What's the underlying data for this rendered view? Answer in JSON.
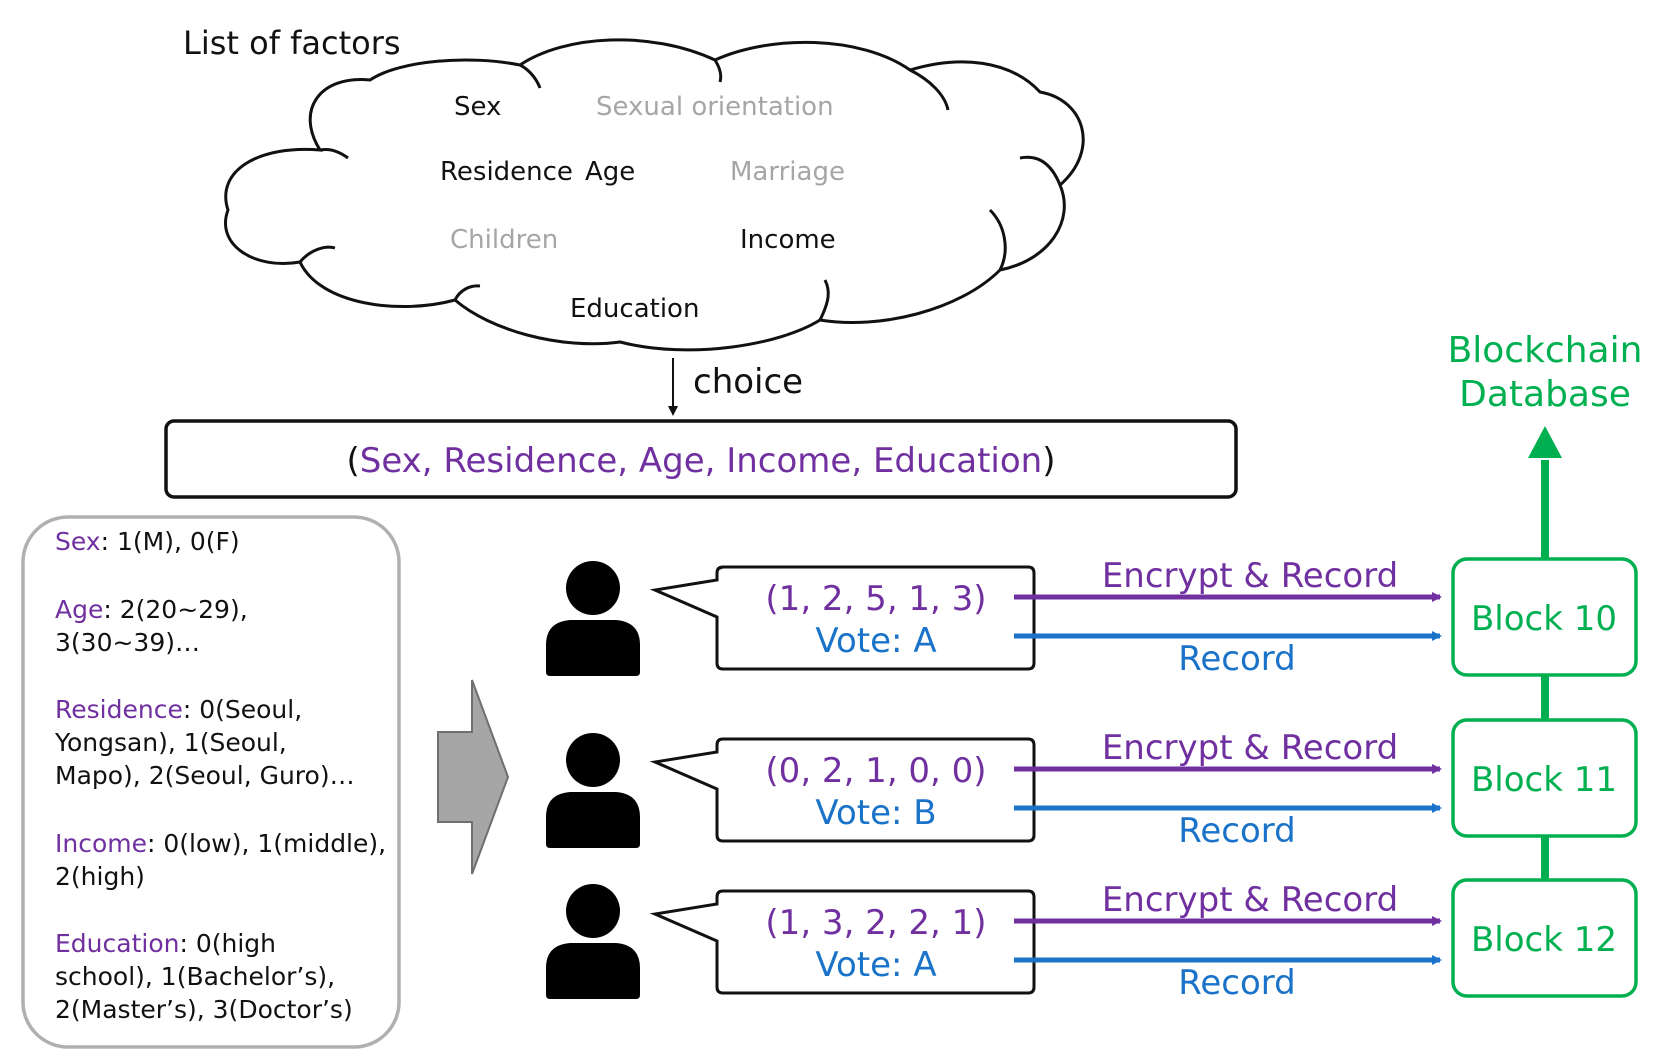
{
  "cloud": {
    "title": "List of factors",
    "factors": [
      {
        "label": "Sex",
        "selected": true
      },
      {
        "label": "Sexual orientation",
        "selected": false
      },
      {
        "label": "Residence",
        "selected": true
      },
      {
        "label": "Age",
        "selected": true
      },
      {
        "label": "Marriage",
        "selected": false
      },
      {
        "label": "Children",
        "selected": false
      },
      {
        "label": "Income",
        "selected": true
      },
      {
        "label": "Education",
        "selected": true
      }
    ]
  },
  "choice_label": "choice",
  "tuple": {
    "open": "(",
    "close": ")",
    "text": "Sex, Residence, Age, Income, Education"
  },
  "legend": {
    "sex": {
      "key": "Sex",
      "lines": [
        ": 1(M), 0(F)"
      ]
    },
    "age": {
      "key": "Age",
      "lines": [
        ": 2(20~29),",
        "3(30~39)…"
      ]
    },
    "residence": {
      "key": "Residence",
      "lines": [
        ": 0(Seoul,",
        "Yongsan), 1(Seoul,",
        "Mapo), 2(Seoul, Guro)…"
      ]
    },
    "income": {
      "key": "Income",
      "lines": [
        ": 0(low), 1(middle),",
        "2(high)"
      ]
    },
    "education": {
      "key": "Education",
      "lines": [
        ": 0(high",
        "school), 1(Bachelor’s),",
        "2(Master’s), 3(Doctor’s)"
      ]
    }
  },
  "voters": [
    {
      "code": "(1, 2, 5, 1, 3)",
      "vote": "Vote: A",
      "block": "Block 10"
    },
    {
      "code": "(0, 2, 1, 0, 0)",
      "vote": "Vote: B",
      "block": "Block 11"
    },
    {
      "code": "(1, 3, 2, 2, 1)",
      "vote": "Vote: A",
      "block": "Block 12"
    }
  ],
  "arrows": {
    "encrypt": "Encrypt & Record",
    "record": "Record"
  },
  "database": {
    "line1": "Blockchain",
    "line2": "Database"
  },
  "colors": {
    "purple": "#7030a0",
    "blue": "#1a73c8",
    "green": "#00b050",
    "gray": "#a6a6a6"
  }
}
